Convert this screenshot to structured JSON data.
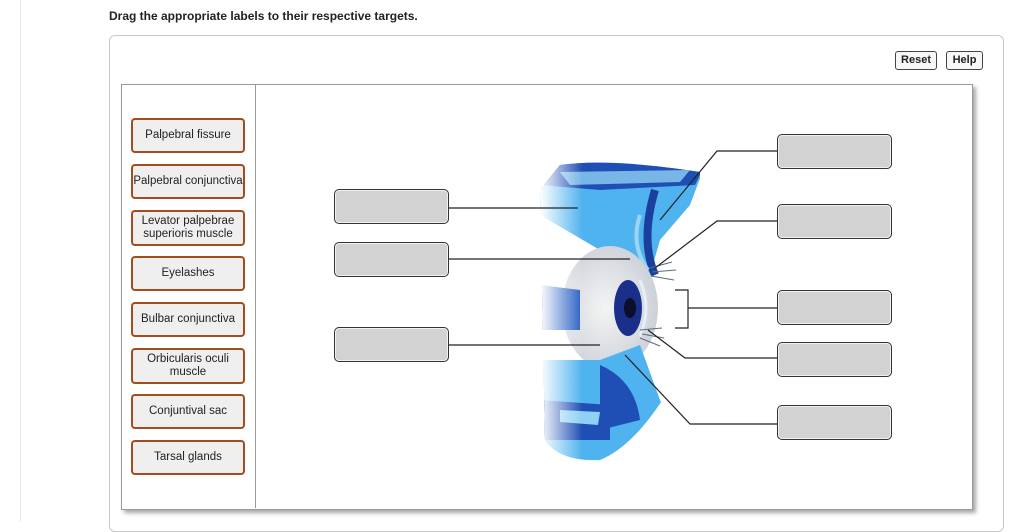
{
  "instruction": "Drag the appropriate labels to their respective targets.",
  "toolbar": {
    "reset_label": "Reset",
    "help_label": "Help"
  },
  "labels": [
    "Palpebral fissure",
    "Palpebral conjunctiva",
    "Levator palpebrae superioris muscle",
    "Eyelashes",
    "Bulbar conjunctiva",
    "Orbicularis oculi muscle",
    "Conjuntival sac",
    "Tarsal glands"
  ],
  "colors": {
    "tile_border": "#a24d1f",
    "tile_fill": "#efefef",
    "target_fill": "#d2d2d2",
    "tissue_dark_blue": "#1f4fb4",
    "tissue_light_blue": "#4fb3ef"
  },
  "icons": [
    "eye-anatomy-illustration"
  ]
}
